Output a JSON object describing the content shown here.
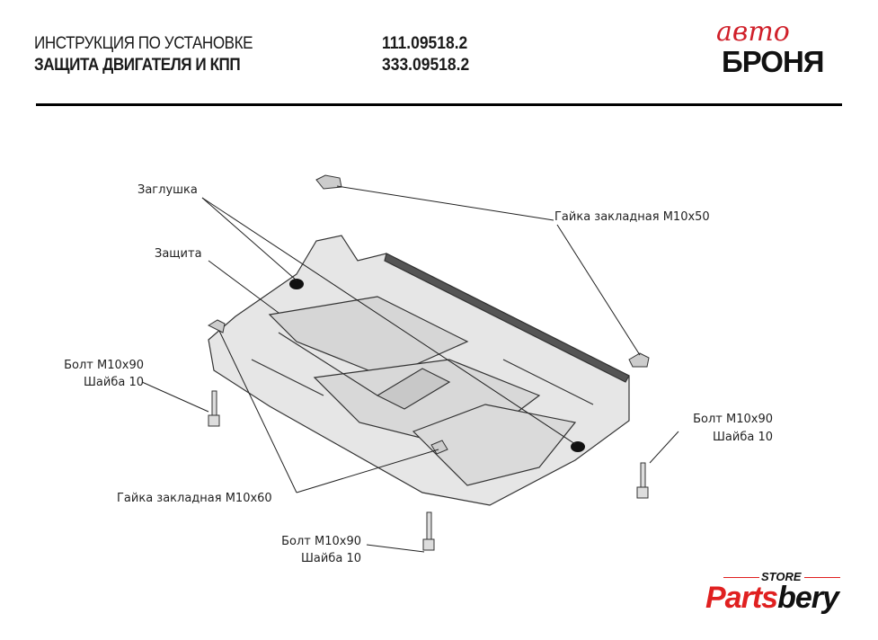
{
  "header": {
    "title_line1": "ИНСТРУКЦИЯ ПО УСТАНОВКЕ",
    "title_line2": "ЗАЩИТА ДВИГАТЕЛЯ И КПП",
    "code1": "111.09518.2",
    "code2": "333.09518.2"
  },
  "logo": {
    "script": "авто",
    "word": "БРОНЯ",
    "accent": "#d0202a"
  },
  "labels": {
    "plug": "Заглушка",
    "shield": "Защита",
    "nut_m10x50": "Гайка закладная M10x50",
    "nut_m10x60": "Гайка закладная M10x60",
    "bolt_left": "Болт M10x90",
    "washer_left": "Шайба 10",
    "bolt_right": "Болт M10x90",
    "washer_right": "Шайба 10",
    "bolt_bottom": "Болт M10x90",
    "washer_bottom": "Шайба 10"
  },
  "watermark": {
    "store": "STORE",
    "brand_a": "Parts",
    "brand_b": "bery",
    "accent": "#e02020"
  }
}
